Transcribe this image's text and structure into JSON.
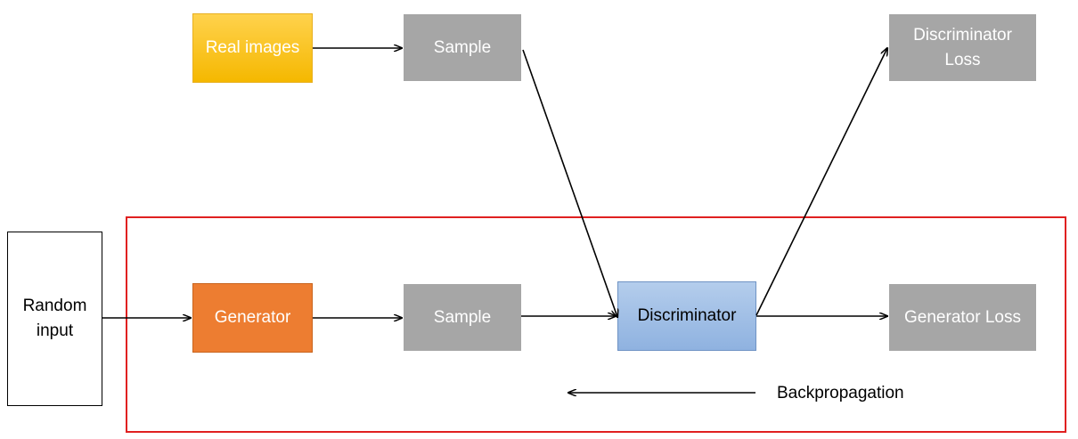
{
  "nodes": {
    "real_images": "Real images",
    "sample_top": "Sample",
    "discriminator_loss": "Discriminator\nLoss",
    "random_input": "Random\ninput",
    "generator": "Generator",
    "sample_bottom": "Sample",
    "discriminator": "Discriminator",
    "generator_loss": "Generator Loss"
  },
  "labels": {
    "backpropagation": "Backpropagation"
  },
  "colors": {
    "real_images": "#f5b800",
    "generator": "#ed7d31",
    "discriminator": "#9dbde6",
    "gray_box": "#a6a6a6",
    "highlight_frame": "#e02020",
    "arrow": "#000000"
  }
}
